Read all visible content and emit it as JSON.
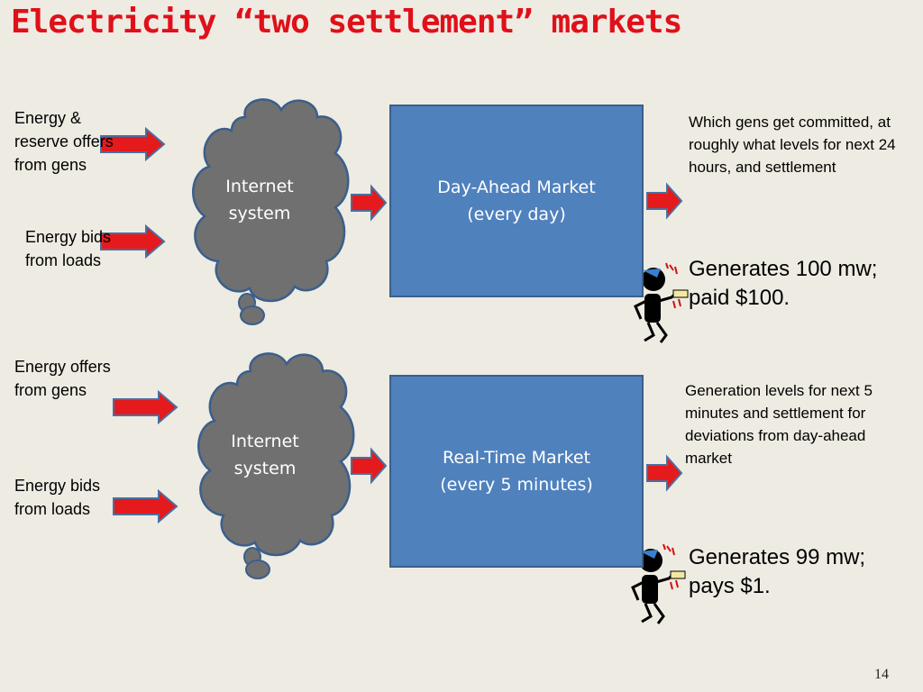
{
  "title": "Electricity “two settlement” markets",
  "top": {
    "input1": "Energy & reserve offers from gens",
    "input2": "Energy bids from loads",
    "cloud": [
      "Internet",
      "system"
    ],
    "market": [
      "Day-Ahead Market",
      "(every day)"
    ],
    "output": "Which gens get committed, at roughly what levels for next 24 hours, and settlement",
    "result": [
      "Generates 100 mw;",
      "paid $100."
    ]
  },
  "bottom": {
    "input1": "Energy offers from gens",
    "input2": "Energy bids from loads",
    "cloud": [
      "Internet",
      "system"
    ],
    "market": [
      "Real-Time Market",
      "(every 5 minutes)"
    ],
    "output": "Generation levels for next 5 minutes and settlement for deviations from day-ahead market",
    "result": [
      "Generates 99 mw;",
      "pays $1."
    ]
  },
  "page_number": "14",
  "colors": {
    "title": "#e0101a",
    "market_box": "#4f81bd",
    "cloud": "#707070",
    "arrow": "#e0101a"
  }
}
